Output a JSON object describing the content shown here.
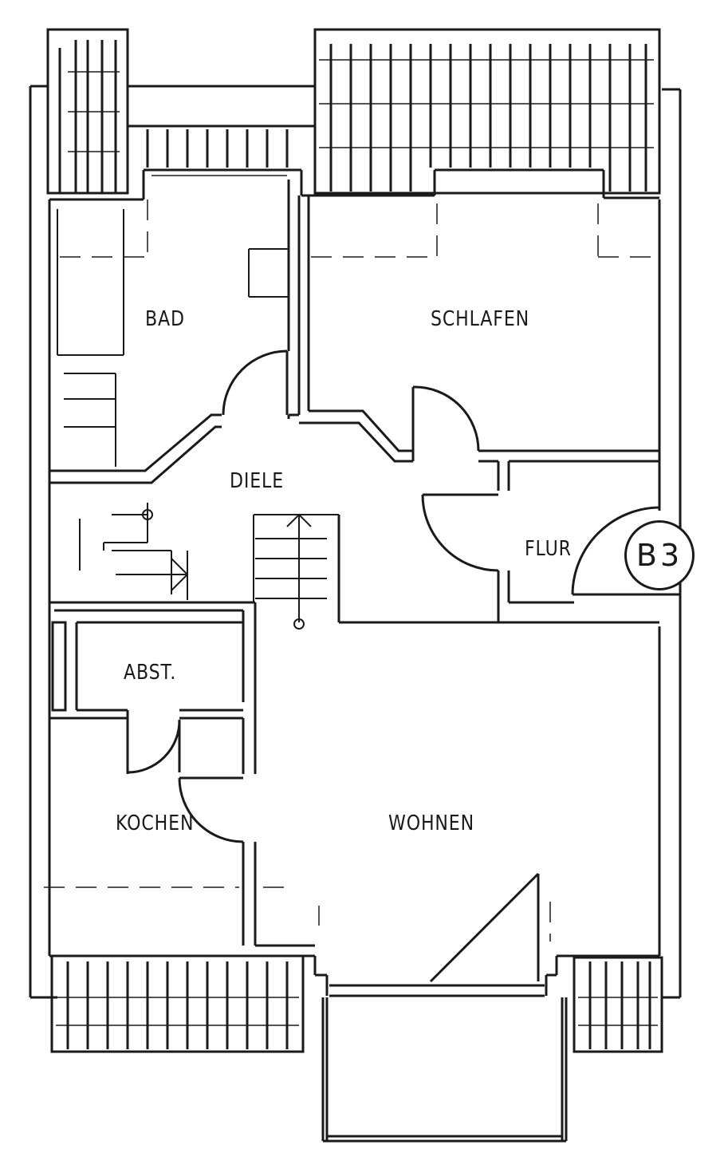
{
  "rooms": {
    "bad": "BAD",
    "schlafen": "SCHLAFEN",
    "diele": "DIELE",
    "flur": "FLUR",
    "abst": "ABST.",
    "kochen": "KOCHEN",
    "wohnen": "WOHNEN"
  },
  "unit_badge": "B3",
  "colors": {
    "line": "#1a1a1a",
    "background": "#ffffff"
  }
}
